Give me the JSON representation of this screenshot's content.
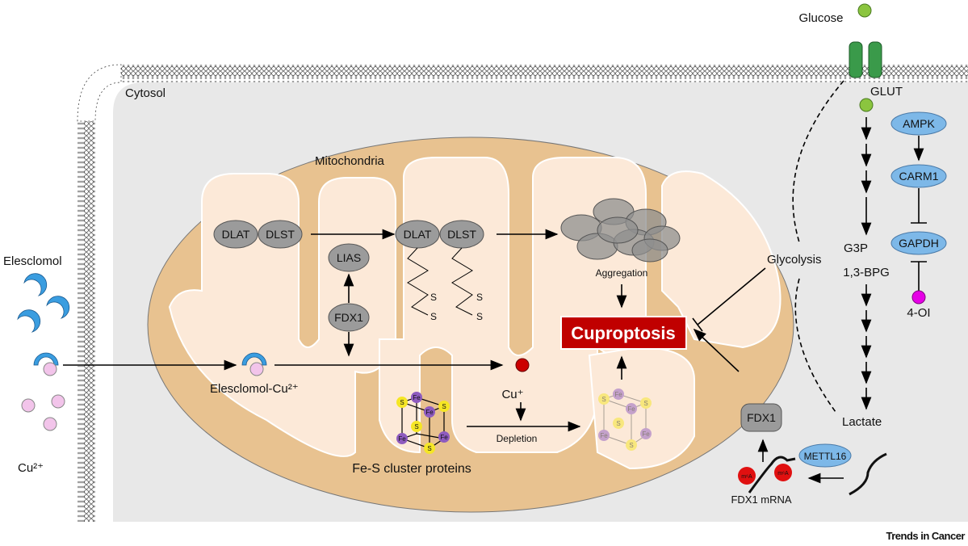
{
  "colors": {
    "cytosol": "#e8e8e8",
    "mito_outer": "#e8c290",
    "mito_inner": "#fce9d8",
    "cuproptosis": "#c00000",
    "protein_gray": "#9b9b9b",
    "enzyme_blue": "#7db8e8",
    "glucose": "#8bc53f",
    "copper": "#f2c4ea",
    "cu_plus": "#cc0000",
    "four_oi": "#e600e6",
    "iron": "#8e5bbf",
    "sulfur": "#f5e625",
    "transporter": "#3a9a4a"
  },
  "labels": {
    "cytosol": "Cytosol",
    "mitochondria": "Mitochondria",
    "glucose": "Glucose",
    "glut": "GLUT",
    "elesclomol": "Elesclomol",
    "cu2": "Cu²⁺",
    "elesclomol_cu": "Elesclomol-Cu²⁺",
    "cu_plus": "Cu⁺",
    "depletion": "Depletion",
    "fes": "Fe-S cluster proteins",
    "aggregation": "Aggregation",
    "cuproptosis": "Cuproptosis",
    "glycolysis": "Glycolysis",
    "g3p": "G3P",
    "bpg": "1,3-BPG",
    "lactate": "Lactate",
    "fdx1_mrna": "FDX1 mRNA",
    "credit": "Trends in Cancer",
    "s": "S",
    "fe": "Fe",
    "m6a": "m⁶A"
  },
  "proteins": {
    "dlat": "DLAT",
    "dlst": "DLST",
    "lias": "LIAS",
    "fdx1": "FDX1",
    "fdx1_out": "FDX1"
  },
  "enzymes": {
    "ampk": "AMPK",
    "carm1": "CARM1",
    "gapdh": "GAPDH",
    "four_oi": "4-OI",
    "mettl16": "METTL16"
  }
}
